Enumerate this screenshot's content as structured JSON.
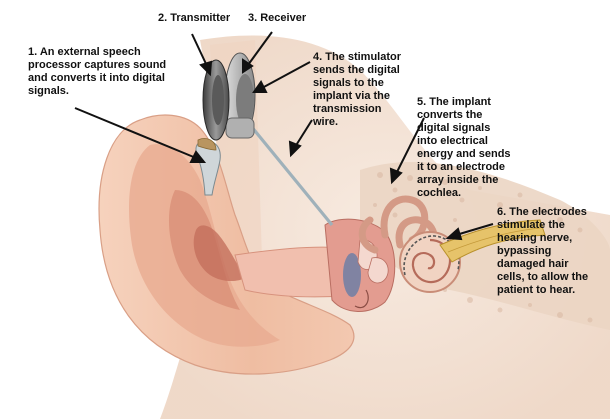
{
  "labels": {
    "step1": "1. An external speech\nprocessor captures sound\nand converts it into digital\nsignals.",
    "step2": "2. Transmitter",
    "step3": "3. Receiver",
    "step4": "4. The stimulator\nsends the digital\nsignals to the\nimplant via the\ntransmission\nwire.",
    "step5": "5. The implant\nconverts the\ndigital signals\ninto electrical\nenergy and sends\nit to an electrode\narray inside the\ncochlea.",
    "step6": "6. The electrodes\nstimulate the\nhearing nerve,\nbypassing\ndamaged hair\ncells, to allow the\npatient to hear."
  },
  "colors": {
    "skin": "#f3c7ad",
    "skin_dark": "#d9917a",
    "bone": "#f2e0d2",
    "canal_pink": "#e9a69a",
    "device_dark": "#6f6f6f",
    "device_light": "#c8c8c8",
    "nerve_yellow": "#e6c36a",
    "arrow": "#111111"
  }
}
